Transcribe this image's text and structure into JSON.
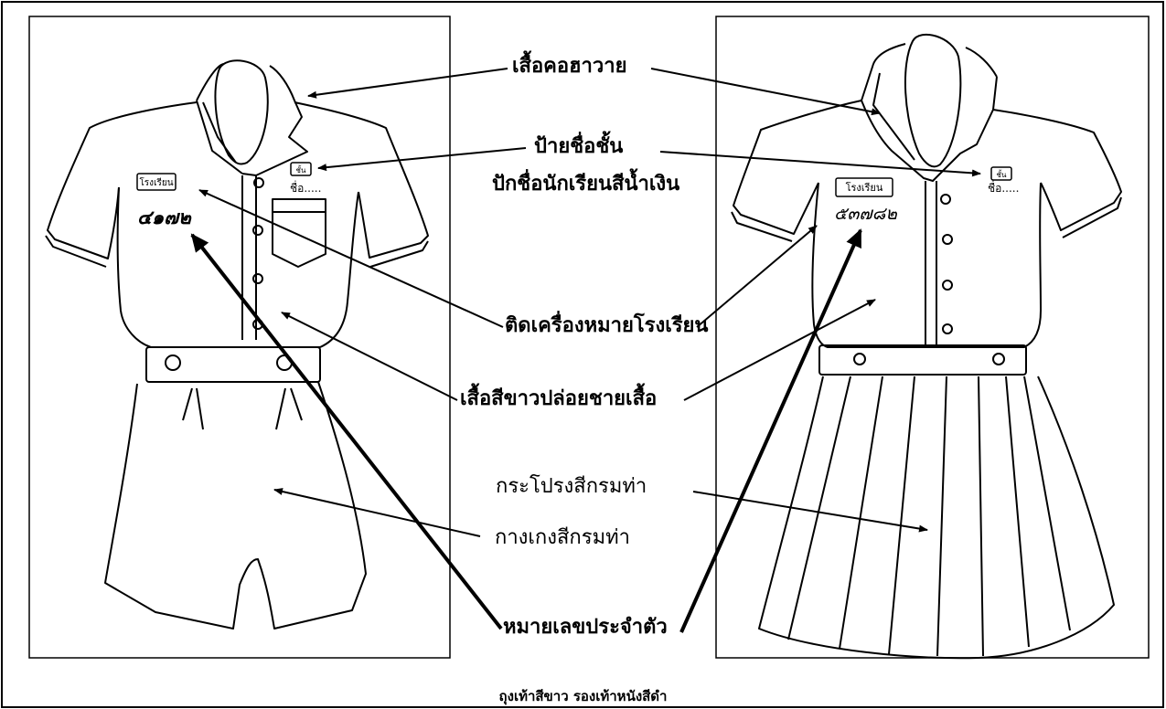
{
  "labels": {
    "collar_shirt": "เสื้อคอฮาวาย",
    "name_tag": "ป้ายชื่อชั้น",
    "name_embroidery": "ปักชื่อนักเรียนสีน้ำเงิน",
    "school_emblem": "ติดเครื่องหมายโรงเรียน",
    "white_shirt": "เสื้อสีขาวปล่อยชายเสื้อ",
    "skirt": "กระโปรงสีกรมท่า",
    "pants": "กางเกงสีกรมท่า",
    "student_number": "หมายเลขประจำตัว"
  },
  "garment_text": {
    "boy_school_name": "โรงเรียน",
    "boy_class_tag": "ชั้น",
    "boy_name_field": "ชื่อ.....",
    "boy_number": "๔๑๗๒",
    "girl_school_name": "โรงเรียน",
    "girl_class_tag": "ชั้น",
    "girl_name_field": "ชื่อ.....",
    "girl_number": "๕๓๗๘๒"
  },
  "caption": "ถุงเท้าสีขาว  รองเท้าหนังสีดำ",
  "colors": {
    "line": "#000000",
    "background": "#ffffff"
  }
}
